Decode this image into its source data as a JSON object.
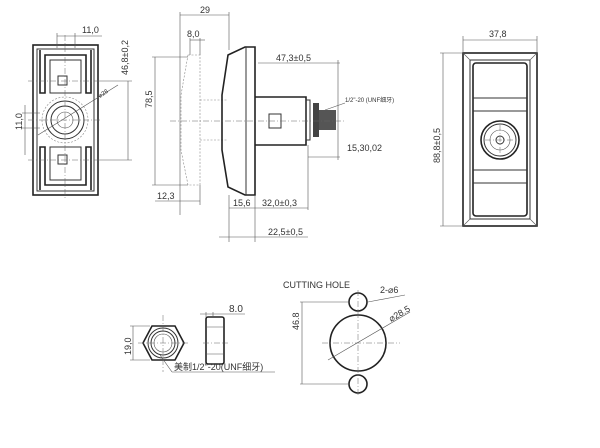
{
  "drawing": {
    "front_view": {
      "width_dim": "11,0",
      "height_dim": "46,8±0,2",
      "dia_dim": "⌀28",
      "offset_dim": "11,0"
    },
    "side_view": {
      "depth_dim": "29",
      "ghost_width_dim": "8,0",
      "height_dim": "78,5",
      "ghost_offset_dim": "12,3",
      "shaft_length_dim": "47,3±0,5",
      "thread_label": "1/2\"-20 (UNF细牙)",
      "thread_dim": "15,30,02",
      "plate_dim": "15,6",
      "shaft_dim": "32,0±0,3",
      "total_dim": "22,5±0,5"
    },
    "back_view": {
      "width_dim": "37,8",
      "height_dim": "88,8±0,5"
    },
    "nut": {
      "height_dim": "19,0",
      "thickness_dim": "8.0",
      "thread_label": "美制1/2\"-20(UNF细牙)"
    },
    "cutting_hole": {
      "title": "CUTTING HOLE",
      "small_holes_dim": "2-⌀6",
      "hole_dim": "⌀28.5",
      "spacing_dim": "46.8"
    }
  }
}
